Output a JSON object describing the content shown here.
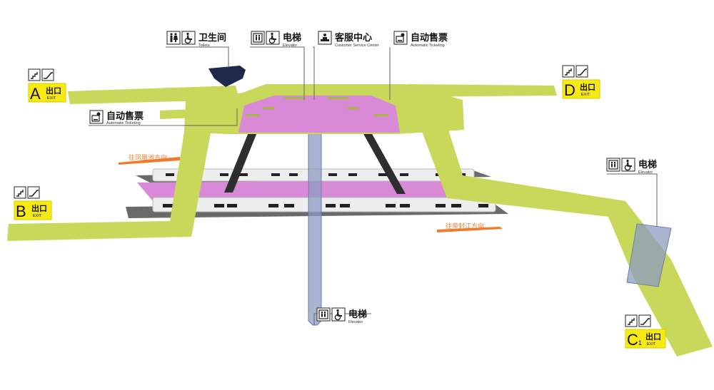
{
  "colors": {
    "concourse": "#c8d85a",
    "concourse_edge": "#a9b844",
    "platform": "#d98ad6",
    "platform_dark": "#b76cb5",
    "track": "#6a6a6a",
    "train_body": "#eeeeee",
    "train_window": "#222222",
    "column": "#2e2e2e",
    "elevator_shaft": "#8b9bc0",
    "exit_yellow": "#f7ea13",
    "toilet_block": "#1f2a4a",
    "direction": "#f07a2a"
  },
  "facilities": {
    "toilets": {
      "cn": "卫生间",
      "en": "Toilets",
      "icons": [
        "restroom-icon",
        "wheelchair-icon"
      ]
    },
    "elevator_top": {
      "cn": "电梯",
      "en": "Elevator",
      "icons": [
        "elevator-icon",
        "wheelchair-icon"
      ]
    },
    "customer_service": {
      "cn": "客服中心",
      "en": "Customer Service Center",
      "icons": [
        "service-desk-icon"
      ]
    },
    "ticketing_top": {
      "cn": "自动售票",
      "en": "Automatic Ticketing",
      "icons": [
        "ticket-machine-icon"
      ]
    },
    "ticketing_left": {
      "cn": "自动售票",
      "en": "Automatic Ticketing",
      "icons": [
        "ticket-machine-icon"
      ]
    },
    "elevator_right": {
      "cn": "电梯",
      "en": "Elevator",
      "icons": [
        "elevator-icon",
        "wheelchair-icon"
      ]
    },
    "elevator_bottom": {
      "cn": "电梯",
      "en": "Elevator",
      "icons": [
        "elevator-icon",
        "wheelchair-icon"
      ]
    }
  },
  "exits": {
    "a": {
      "letter": "A",
      "cn": "出口",
      "en": "EXIT"
    },
    "b": {
      "letter": "B",
      "cn": "出口",
      "en": "EXIT"
    },
    "c1": {
      "letter": "C",
      "sub": "1",
      "cn": "出口",
      "en": "EXIT"
    },
    "d": {
      "letter": "D",
      "cn": "出口",
      "en": "EXIT"
    }
  },
  "directions": {
    "west": "往凤凰池方向",
    "east": "往帝封江方向"
  }
}
